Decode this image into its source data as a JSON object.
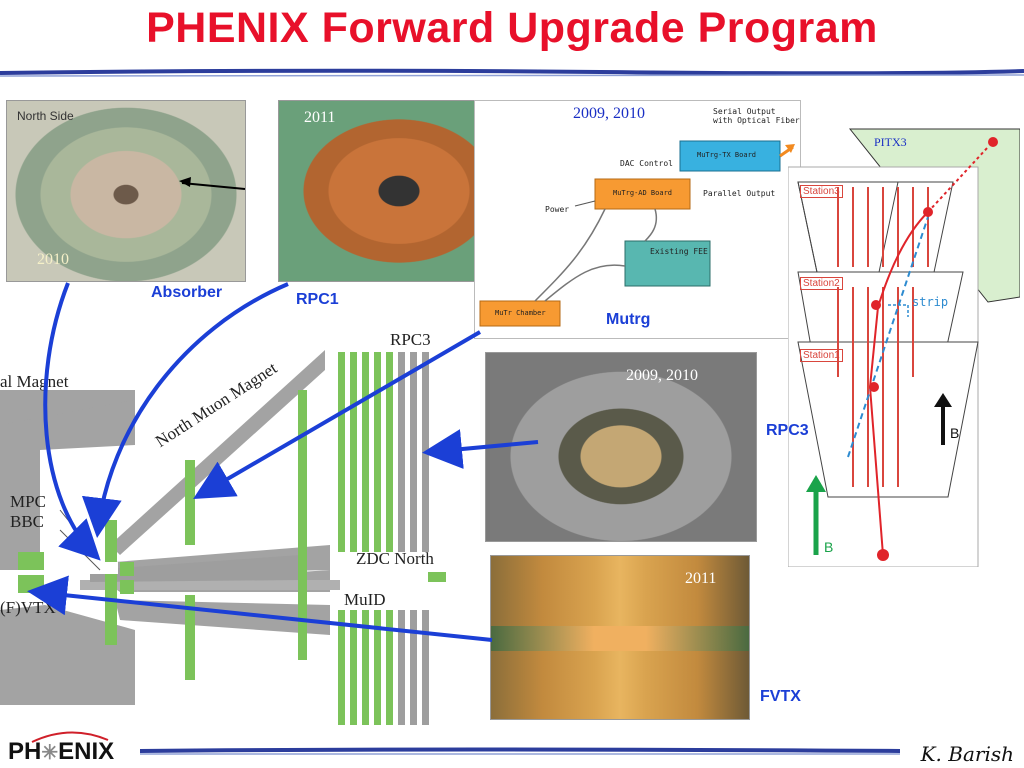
{
  "slide": {
    "title": "PHENIX Forward Upgrade Program",
    "author": "K. Barish",
    "logo": {
      "left": "PH",
      "right": "ENIX"
    }
  },
  "photos": {
    "absorber": {
      "caption": "North Side",
      "year": "2010",
      "label": "Absorber"
    },
    "rpc1": {
      "year": "2011",
      "label": "RPC1"
    },
    "mutrg": {
      "year": "2009, 2010",
      "label": "Mutrg",
      "boxes": {
        "serial": "Serial Output\nwith Optical Fiber",
        "tx": "MuTrg-TX Board",
        "dac": "DAC Control",
        "ad": "MuTrg-AD Board",
        "parallel": "Parallel Output",
        "power": "Power",
        "fee": "Existing FEE",
        "chamber": "MuTr Chamber"
      }
    },
    "rpc3": {
      "year": "2009, 2010",
      "label": "RPC3"
    },
    "fvtx": {
      "year": "2011",
      "label": "FVTX"
    }
  },
  "trigger_diagram": {
    "top_label": "PITX3",
    "stations": [
      "Station3",
      "Station2",
      "Station1"
    ],
    "strip_label": "strip",
    "b_label_right": "B",
    "b_label_left": "B"
  },
  "detector": {
    "labels": {
      "central_magnet": "al Magnet",
      "north_magnet": "North Muon Magnet",
      "rpc3": "RPC3",
      "mpc": "MPC",
      "bbc": "BBC",
      "vtx": "(F)VTX",
      "zdc": "ZDC North",
      "muid": "MuID"
    }
  },
  "colors": {
    "title": "#e8102a",
    "label": "#1b3fd6",
    "arrow": "#1b3fd6",
    "detector_green": "#7cc35a",
    "detector_gray": "#a0a0a0"
  }
}
